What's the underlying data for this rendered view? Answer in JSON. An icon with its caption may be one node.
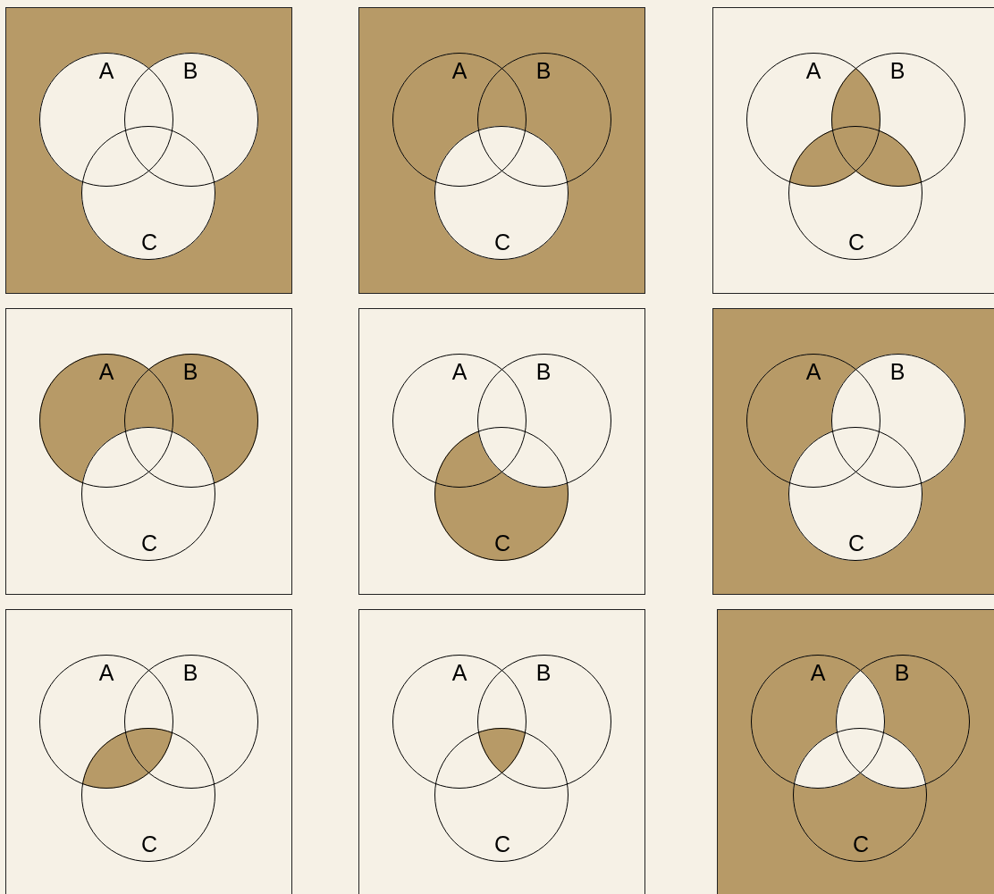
{
  "diagram": {
    "nodes": [
      {
        "text": [],
        "shape": "box"
      },
      {
        "text": [
          "A"
        ],
        "in": 0
      },
      {
        "text": [
          "B"
        ],
        "in": 0
      },
      {
        "text": [
          "C"
        ],
        "in": 0
      },
      {
        "text": [],
        "shape": "box"
      },
      {
        "text": [
          "A"
        ],
        "in": 4
      },
      {
        "text": [
          "B"
        ],
        "in": 4
      },
      {
        "text": [
          "C"
        ],
        "in": 4
      },
      {
        "text": [],
        "shape": "box"
      },
      {
        "text": [
          "A"
        ],
        "in": 8
      },
      {
        "text": [
          "B"
        ],
        "in": 8
      },
      {
        "text": [
          "C"
        ],
        "in": 8
      },
      {
        "text": [],
        "shape": "box"
      },
      {
        "text": [
          "A"
        ],
        "in": 12
      },
      {
        "text": [
          "B"
        ],
        "in": 12
      },
      {
        "text": [
          "C"
        ],
        "in": 12
      },
      {
        "text": [],
        "shape": "box"
      },
      {
        "text": [
          "A"
        ],
        "in": 16
      },
      {
        "text": [
          "B"
        ],
        "in": 16
      },
      {
        "text": [
          "C"
        ],
        "in": 16
      },
      {
        "text": [],
        "shape": "box"
      },
      {
        "text": [
          "A"
        ],
        "in": 20
      },
      {
        "text": [
          "B"
        ],
        "in": 20
      },
      {
        "text": [
          "C"
        ],
        "in": 20
      },
      {
        "text": [],
        "shape": "box"
      },
      {
        "text": [
          "A"
        ],
        "in": 24
      },
      {
        "text": [
          "B"
        ],
        "in": 24
      },
      {
        "text": [
          "C"
        ],
        "in": 24
      },
      {
        "text": [],
        "shape": "box"
      },
      {
        "text": [
          "A"
        ],
        "in": 28
      },
      {
        "text": [
          "B"
        ],
        "in": 28
      },
      {
        "text": [
          "C"
        ],
        "in": 28
      },
      {
        "text": [],
        "shape": "box"
      },
      {
        "text": [
          "A"
        ],
        "in": 32
      },
      {
        "text": [
          "B"
        ],
        "in": 32
      },
      {
        "text": [
          "C"
        ],
        "in": 32
      }
    ]
  }
}
